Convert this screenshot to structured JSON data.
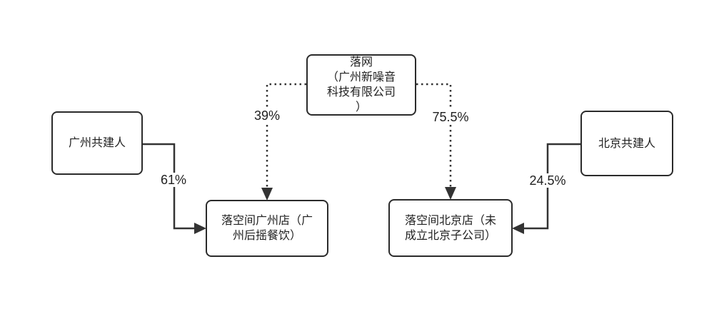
{
  "colors": {
    "line": "#333333",
    "border": "#2b2b2b",
    "text": "#1f1f1f",
    "bg": "#ffffff"
  },
  "nodes": {
    "parent": {
      "text": "落网\n（广州新噪音\n科技有限公司\n）"
    },
    "guangzhou_cofounders": {
      "text": "广州共建人"
    },
    "beijing_cofounders": {
      "text": "北京共建人"
    },
    "guangzhou_store": {
      "text": "落空间广州店（广\n州后摇餐饮）"
    },
    "beijing_store": {
      "text": "落空间北京店（未\n成立北京子公司）"
    }
  },
  "edges": {
    "parent_to_guangzhou_store": {
      "label": "39%",
      "style": "dotted"
    },
    "parent_to_beijing_store": {
      "label": "75.5%",
      "style": "dotted"
    },
    "guangzhou_cofounders_to_store": {
      "label": "61%",
      "style": "solid"
    },
    "beijing_cofounders_to_store": {
      "label": "24.5%",
      "style": "solid"
    }
  }
}
